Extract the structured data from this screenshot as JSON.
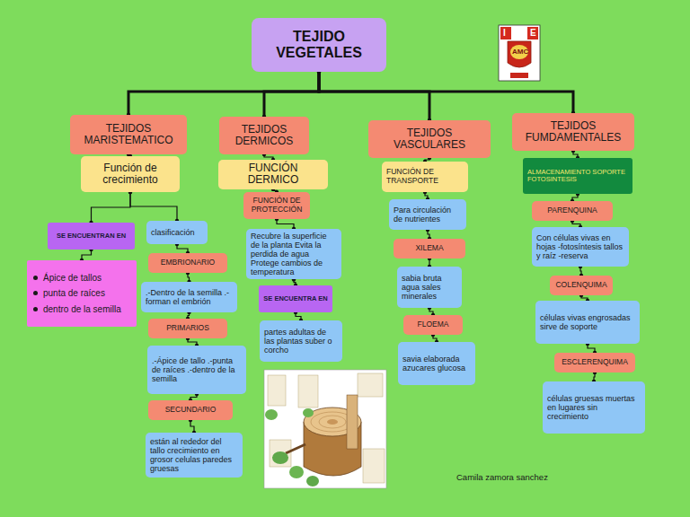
{
  "diagram": {
    "nodes": [
      {
        "text": [
          "TEJIDO VEGETALES"
        ]
      },
      {
        "text": [
          "TEJIDOS MARISTEMATICO"
        ]
      },
      {
        "text": [
          "TEJIDOS DERMICOS"
        ]
      },
      {
        "text": [
          "TEJIDOS VASCULARES"
        ]
      },
      {
        "text": [
          "TEJIDOS FUMDAMENTALES"
        ]
      },
      {
        "text": [
          "Función de crecimiento"
        ]
      },
      {
        "text": [
          "SE ENCUENTRAN EN"
        ]
      },
      {
        "text": [
          "clasificación"
        ]
      },
      {
        "text": [
          "Ápice de tallos",
          "punta de raíces",
          "dentro de la semilla"
        ]
      },
      {
        "text": [
          "EMBRIONARIO"
        ]
      },
      {
        "text": [
          ".-Dentro de la semilla .-forman el embrión"
        ]
      },
      {
        "text": [
          "PRIMARIOS"
        ]
      },
      {
        "text": [
          ".-Ápice de tallo .-punta de raíces .-dentro de la semilla"
        ]
      },
      {
        "text": [
          "SECUNDARIO"
        ]
      },
      {
        "text": [
          "están al rededor del tallo crecimiento en grosor celulas paredes gruesas"
        ]
      },
      {
        "text": [
          "FUNCIÓN DERMICO"
        ]
      },
      {
        "text": [
          "FUNCIÓN DE PROTECCIÓN"
        ]
      },
      {
        "text": [
          "Recubre la superficie de la planta Evita la perdida de agua Protege cambios de temperatura"
        ]
      },
      {
        "text": [
          "SE ENCUENTRA EN"
        ]
      },
      {
        "text": [
          "partes adultas de las plantas suber o corcho"
        ]
      },
      {
        "text": [
          "FUNCIÓN DE TRANSPORTE"
        ]
      },
      {
        "text": [
          "Para circulación de nutrientes"
        ]
      },
      {
        "text": [
          "XILEMA"
        ]
      },
      {
        "text": [
          "sabia bruta agua sales minerales"
        ]
      },
      {
        "text": [
          "FLOEMA"
        ]
      },
      {
        "text": [
          "savia elaborada azucares glucosa"
        ]
      },
      {
        "text": [
          "ALMACENAMIENTO SOPORTE FOTOSINTESIS"
        ]
      },
      {
        "text": [
          "PARENQUINA"
        ]
      },
      {
        "text": [
          "Con células vivas en hojas -fotosíntesis tallos y raíz -reserva"
        ]
      },
      {
        "text": [
          "COLENQUIMA"
        ]
      },
      {
        "text": [
          "células vivas engrosadas sirve de soporte"
        ]
      },
      {
        "text": [
          "ESCLERENQUIMA"
        ]
      },
      {
        "text": [
          "células gruesas muertas en lugares sin crecimiento"
        ]
      }
    ],
    "edges": [
      {
        "from": 0,
        "to": 1,
        "arrow": "none"
      },
      {
        "from": 0,
        "to": 2,
        "arrow": "none"
      },
      {
        "from": 0,
        "to": 3,
        "arrow": "none"
      },
      {
        "from": 0,
        "to": 4,
        "arrow": "none"
      },
      {
        "from": 1,
        "to": 5,
        "arrow": "none"
      },
      {
        "from": 5,
        "to": 6,
        "arrow": "none"
      },
      {
        "from": 5,
        "to": 7,
        "arrow": "none"
      },
      {
        "from": 6,
        "to": 8,
        "arrow": "none"
      },
      {
        "from": 7,
        "to": 9,
        "arrow": "none"
      },
      {
        "from": 9,
        "to": 10,
        "arrow": "none"
      },
      {
        "from": 10,
        "to": 11,
        "arrow": "none"
      },
      {
        "from": 11,
        "to": 12,
        "arrow": "none"
      },
      {
        "from": 12,
        "to": 13,
        "arrow": "none"
      },
      {
        "from": 13,
        "to": 14,
        "arrow": "none"
      },
      {
        "from": 2,
        "to": 15,
        "arrow": "none"
      },
      {
        "from": 15,
        "to": 16,
        "arrow": "none"
      },
      {
        "from": 16,
        "to": 17,
        "arrow": "none"
      },
      {
        "from": 17,
        "to": 18,
        "arrow": "none"
      },
      {
        "from": 18,
        "to": 19,
        "arrow": "none"
      },
      {
        "from": 3,
        "to": 20,
        "arrow": "none"
      },
      {
        "from": 20,
        "to": 21,
        "arrow": "none"
      },
      {
        "from": 21,
        "to": 22,
        "arrow": "none"
      },
      {
        "from": 22,
        "to": 23,
        "arrow": "none"
      },
      {
        "from": 23,
        "to": 24,
        "arrow": "none"
      },
      {
        "from": 24,
        "to": 25,
        "arrow": "none"
      },
      {
        "from": 4,
        "to": 26,
        "arrow": "none"
      },
      {
        "from": 26,
        "to": 27,
        "arrow": "none"
      },
      {
        "from": 27,
        "to": 28,
        "arrow": "none"
      },
      {
        "from": 28,
        "to": 29,
        "arrow": "none"
      },
      {
        "from": 29,
        "to": 30,
        "arrow": "none"
      },
      {
        "from": 30,
        "to": 31,
        "arrow": "none"
      },
      {
        "from": 31,
        "to": 32,
        "arrow": "none"
      }
    ],
    "labels": [
      "I",
      "E",
      "AMC",
      "Camila zamora sanchez"
    ]
  }
}
